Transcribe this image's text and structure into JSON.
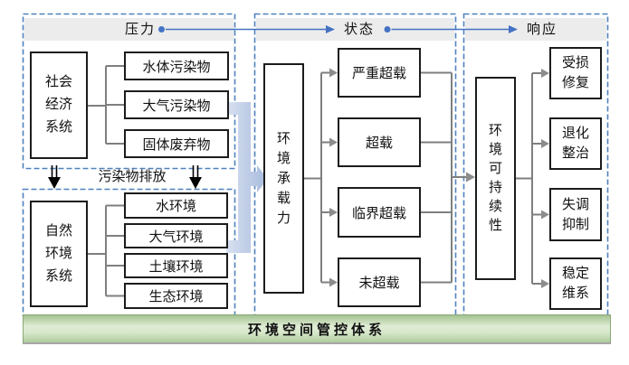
{
  "banner": {
    "pressure": "压力",
    "state": "状态",
    "response": "响应"
  },
  "pressure_group": {
    "system": "社会经济系统",
    "items": [
      "水体污染物",
      "大气污染物",
      "固体废弃物"
    ]
  },
  "discharge": {
    "label": "污染物排放"
  },
  "nature_group": {
    "system": "自然环境系统",
    "items": [
      "水环境",
      "大气环境",
      "土壤环境",
      "生态环境"
    ]
  },
  "state_group": {
    "capacity": "环境承载力",
    "items": [
      "严重超载",
      "超载",
      "临界超载",
      "未超载"
    ]
  },
  "response_group": {
    "sustainability": "环境可持续性",
    "items": [
      "受损修复",
      "退化整治",
      "失调抑制",
      "稳定维系"
    ]
  },
  "footer": {
    "label": "环境空间管控体系"
  },
  "colors": {
    "dashed_border": "#4f81bd",
    "flow_blue": "#4472c4",
    "connector_gray": "#7f7f7f",
    "header_band_gray": "#ececec",
    "combiner_arrow_light": "#d6dff0",
    "combiner_arrow_dark": "#a6badd",
    "footer_green": "#d8e8cc",
    "box_border_black": "#1c1c1c"
  }
}
